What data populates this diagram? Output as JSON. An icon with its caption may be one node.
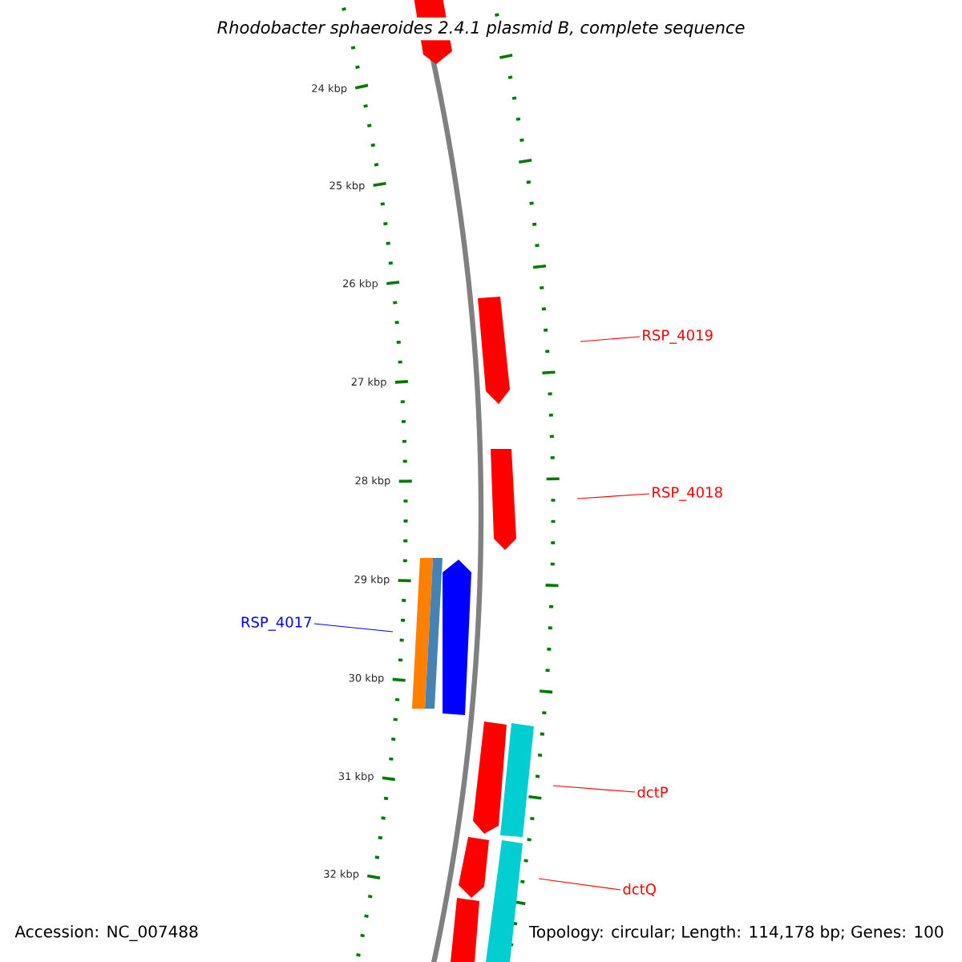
{
  "diagram": {
    "title": "Rhodobacter sphaeroides 2.4.1 plasmid B, complete sequence",
    "nodes": [
      {
        "text": [
          "RSP_4019"
        ]
      },
      {
        "text": [
          "RSP_4018"
        ]
      },
      {
        "text": [
          "RSP_4017"
        ]
      },
      {
        "text": [
          "dctP"
        ]
      },
      {
        "text": [
          "dctQ"
        ]
      }
    ],
    "edges": [
      {
        "from": 0,
        "to": null,
        "arrow": "none"
      },
      {
        "from": 1,
        "to": null,
        "arrow": "none"
      },
      {
        "from": 2,
        "to": null,
        "arrow": "none",
        "color": "#0000ff"
      },
      {
        "from": 3,
        "to": null,
        "arrow": "none"
      },
      {
        "from": 4,
        "to": null,
        "arrow": "none"
      }
    ],
    "labels": [
      "24 kbp",
      "25 kbp",
      "26 kbp",
      "27 kbp",
      "28 kbp",
      "29 kbp",
      "30 kbp",
      "31 kbp",
      "32 kbp",
      "Accession: NC_007488",
      "Topology: circular; Length: 114,178 bp; Genes: 100"
    ]
  }
}
